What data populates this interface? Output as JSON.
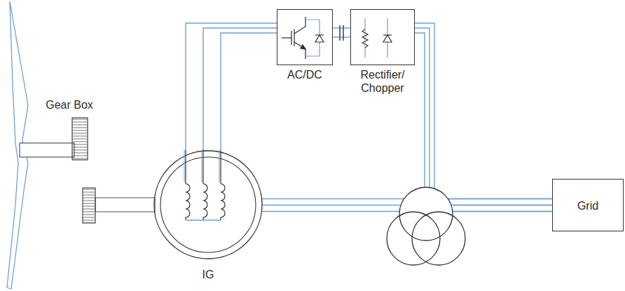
{
  "diagram": {
    "nodes": [
      {
        "text": [
          "Gear Box"
        ]
      },
      {
        "text": [
          "IG"
        ]
      },
      {
        "text": [
          "AC/DC"
        ]
      },
      {
        "text": [
          "Rectifier/ Chopper"
        ]
      },
      {
        "text": [
          "Grid"
        ]
      }
    ],
    "edges": [
      {
        "from": 0,
        "to": 1,
        "arrow": "none"
      },
      {
        "from": 1,
        "to": 2,
        "arrow": "none"
      },
      {
        "from": 2,
        "to": 3,
        "arrow": "none"
      },
      {
        "from": 3,
        "to": 4,
        "arrow": "none"
      },
      {
        "from": 1,
        "to": 4,
        "arrow": "none"
      }
    ]
  }
}
